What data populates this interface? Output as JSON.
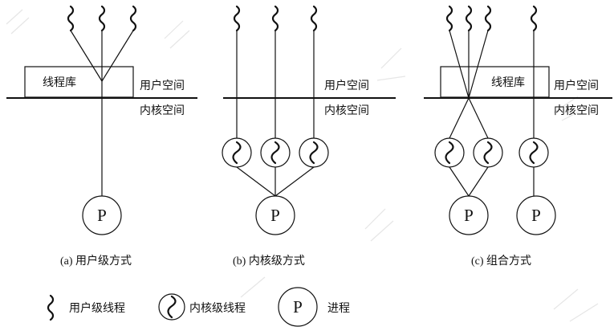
{
  "labels": {
    "thread_lib": "线程库",
    "user_space": "用户空间",
    "kernel_space": "内核空间",
    "process": "P"
  },
  "captions": {
    "a": "(a) 用户级方式",
    "b": "(b) 内核级方式",
    "c": "(c) 组合方式"
  },
  "legend": {
    "user_thread": "用户级线程",
    "kernel_thread": "内核级线程",
    "process_label": "进程",
    "process_symbol": "P"
  }
}
